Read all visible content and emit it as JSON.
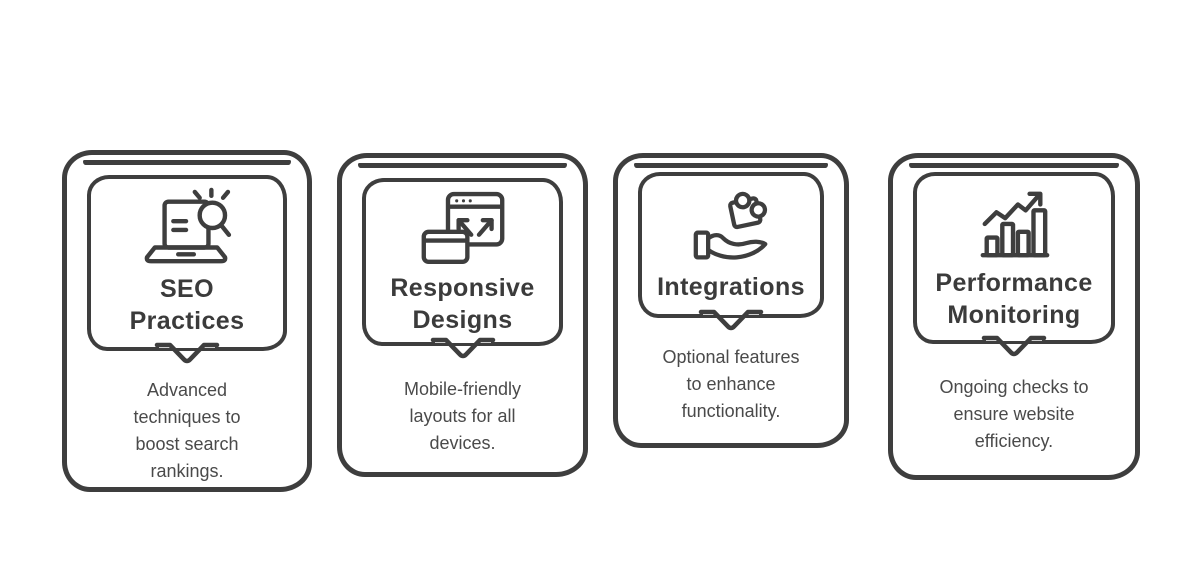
{
  "page": {
    "background_color": "#ffffff",
    "stroke_color": "#3e3e3e",
    "title_color": "#3b3b3b",
    "text_color": "#4a4a4a",
    "style": "hand-drawn sketch infographic"
  },
  "cards": [
    {
      "id": "seo-practices",
      "icon": "laptop-search-icon",
      "title": "SEO\nPractices",
      "description": "Advanced\ntechniques to\nboost search\nrankings."
    },
    {
      "id": "responsive-designs",
      "icon": "responsive-window-icon",
      "title": "Responsive\nDesigns",
      "description": "Mobile-friendly\nlayouts for all\ndevices."
    },
    {
      "id": "integrations",
      "icon": "hand-puzzle-icon",
      "title": "Integrations",
      "description": "Optional features\nto enhance\nfunctionality."
    },
    {
      "id": "performance-monitoring",
      "icon": "bar-chart-arrow-icon",
      "title": "Performance\nMonitoring",
      "description": "Ongoing checks to\nensure website\nefficiency."
    }
  ]
}
